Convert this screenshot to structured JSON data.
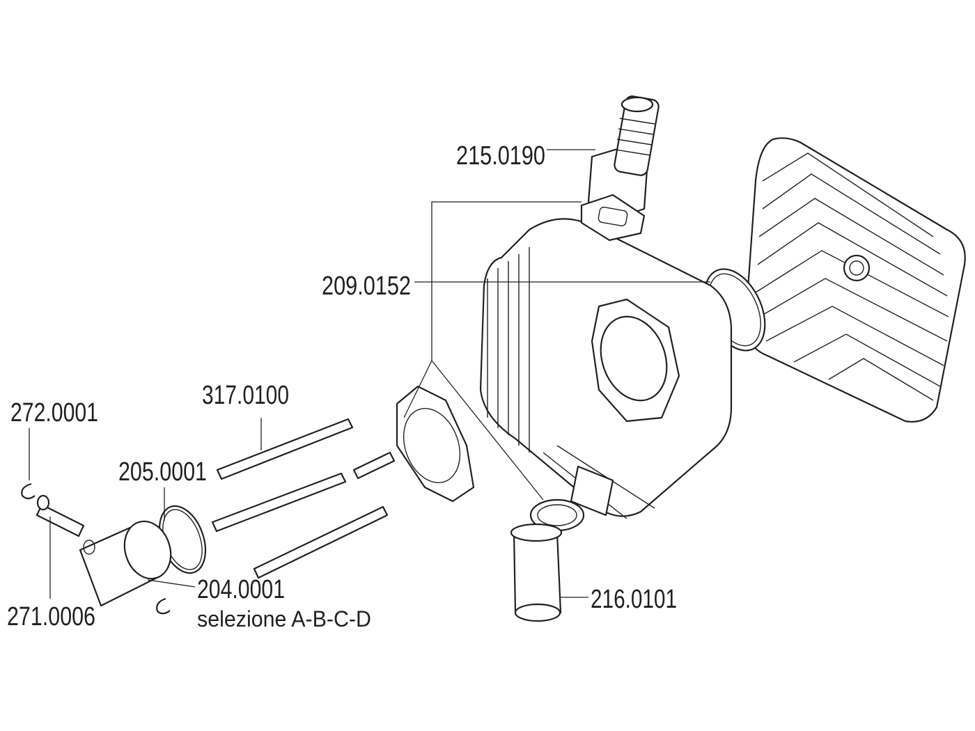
{
  "diagram": {
    "type": "exploded parts diagram",
    "line_color": "#231f20",
    "background": "#ffffff",
    "labels": {
      "intake_manifold": "215.0190",
      "gasket_set": "209.0152",
      "studs": "317.0100",
      "circlip": "272.0001",
      "piston_ring": "205.0001",
      "piston_pin": "271.0006",
      "piston": "204.0001",
      "piston_selection": "selezione A-B-C-D",
      "exhaust_fitting": "216.0101"
    }
  }
}
